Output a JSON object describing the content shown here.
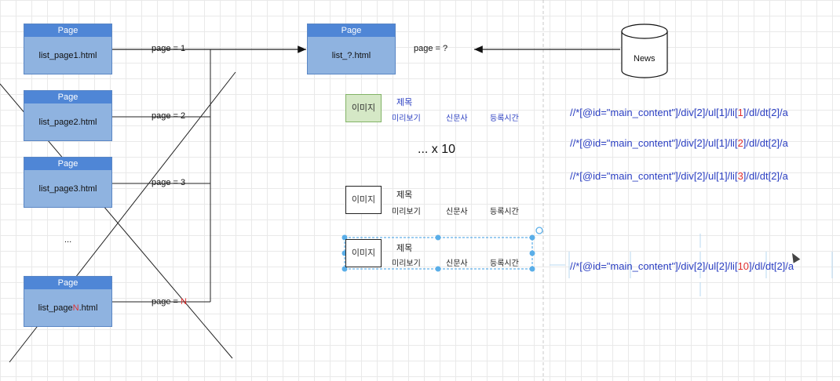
{
  "pages": {
    "header": "Page",
    "items": [
      {
        "file": "list_page1.html",
        "link": "page = 1"
      },
      {
        "file": "list_page2.html",
        "link": "page = 2"
      },
      {
        "file": "list_page3.html",
        "link": "page = 3"
      }
    ],
    "ellipsis": "...",
    "last": {
      "file_pre": "list_page",
      "file_var": "N",
      "file_post": ".html",
      "link_pre": "page = ",
      "link_var": "N"
    }
  },
  "target": {
    "header": "Page",
    "file": "list_?.html",
    "param": "page = ?"
  },
  "database": {
    "label": "News"
  },
  "items": {
    "image_label": "이미지",
    "title": "제목",
    "preview": "미리보기",
    "publisher": "신문사",
    "time": "등록시간",
    "repeat": "... x 10"
  },
  "xpaths": {
    "prefix": "//*[@id=\"main_content\"]/div[2]/ul[1]/li[",
    "suffix": "]/dl/dt[2]/a",
    "rows": [
      "1",
      "2",
      "3"
    ],
    "last": {
      "prefix": "//*[@id=\"main_content\"]/div[2]/ul[2]/li[",
      "index": "10",
      "suffix": "]/dl/dt[2]/a"
    }
  },
  "colors": {
    "page_header": "#4f86d6",
    "page_body": "#8fb3e0",
    "xpath": "#2b3fc2",
    "highlight": "#e03030",
    "selection": "#3b9de3"
  }
}
